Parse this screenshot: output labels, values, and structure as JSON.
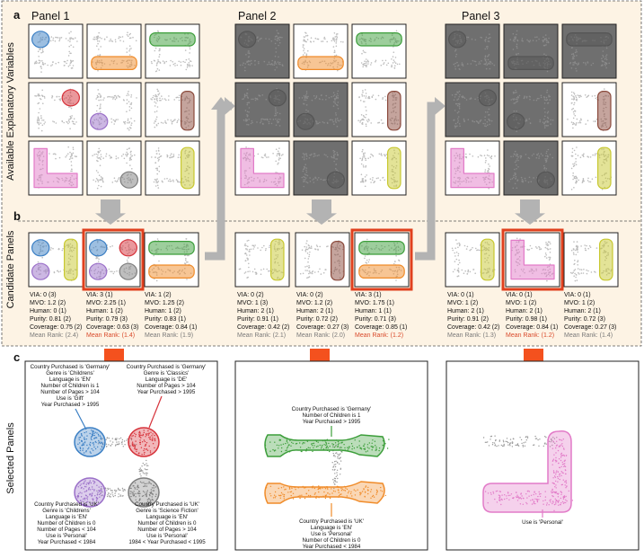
{
  "labels": {
    "a": "a",
    "b": "b",
    "c": "c"
  },
  "section_titles": {
    "available": "Available Explanatory Variables",
    "candidate": "Candidate Panels",
    "selected": "Selected Panels"
  },
  "panels": [
    {
      "title": "Panel 1",
      "candidates": [
        {
          "metrics": [
            "VIA: 0 (3)",
            "MVO: 1.2 (2)",
            "Human: 0 (1)",
            "Purity: 0.81 (2)",
            "Coverage: 0.75 (2)"
          ],
          "mean_rank": "Mean Rank: (2.4)",
          "selected": false
        },
        {
          "metrics": [
            "VIA: 3 (1)",
            "MVO: 2.25 (1)",
            "Human: 1 (2)",
            "Purity: 0.79 (3)",
            "Coverage: 0.63 (3)"
          ],
          "mean_rank": "Mean Rank: (1.4)",
          "selected": true
        },
        {
          "metrics": [
            "VIA: 1 (2)",
            "MVO: 1.25 (2)",
            "Human: 1 (2)",
            "Purity: 0.83 (1)",
            "Coverage: 0.84 (1)"
          ],
          "mean_rank": "Mean Rank: (1.9)",
          "selected": false
        }
      ],
      "selected_texts": {
        "blue_top": [
          "Country Purchased is 'Germany'",
          "Genre is 'Childrens'",
          "Language is 'EN'",
          "Number of Children is 1",
          "Number of Pages > 104",
          "Use is 'Gift'",
          "Year Purchased > 1995"
        ],
        "red_top": [
          "Country Purchased is 'Germany'",
          "Genre is 'Classics'",
          "Language is 'DE'",
          "Number of Pages > 104",
          "Year Purchased > 1995"
        ],
        "purple_bottom": [
          "Country Purchased is 'UK'",
          "Genre is 'Childrens'",
          "Language is 'EN'",
          "Number of Children is 0",
          "Number of Pages < 104",
          "Use is 'Personal'",
          "Year Purchased < 1984"
        ],
        "grey_bottom": [
          "Country Purchased is 'UK'",
          "Genre is 'Science Fiction'",
          "Language is 'EN'",
          "Number of Children is 0",
          "Number of Pages > 104",
          "Use is 'Personal'",
          "1984 < Year Purchased < 1995"
        ]
      }
    },
    {
      "title": "Panel 2",
      "candidates": [
        {
          "metrics": [
            "VIA: 0 (2)",
            "MVO: 1 (3)",
            "Human: 2 (1)",
            "Purity: 0.91 (1)",
            "Coverage: 0.42 (2)"
          ],
          "mean_rank": "Mean Rank: (2.1)",
          "selected": false
        },
        {
          "metrics": [
            "VIA: 0 (2)",
            "MVO: 1.2 (2)",
            "Human: 2 (1)",
            "Purity: 0.72 (2)",
            "Coverage: 0.27 (3)"
          ],
          "mean_rank": "Mean Rank: (2.0)",
          "selected": false
        },
        {
          "metrics": [
            "VIA: 3 (1)",
            "MVO: 1.75 (1)",
            "Human: 1 (1)",
            "Purity: 0.71 (3)",
            "Coverage: 0.85 (1)"
          ],
          "mean_rank": "Mean Rank: (1.2)",
          "selected": true
        }
      ],
      "selected_texts": {
        "green_top": [
          "Country Purchased is 'Germany'",
          "Number of Children is 1",
          "Year Purchased > 1995"
        ],
        "orange_bottom": [
          "Country Purchased is 'UK'",
          "Language is 'EN'",
          "Use is 'Personal'",
          "Number of Children is 0",
          "Year Purchased < 1984"
        ]
      }
    },
    {
      "title": "Panel 3",
      "candidates": [
        {
          "metrics": [
            "VIA: 0 (1)",
            "MVO: 1 (2)",
            "Human: 2 (1)",
            "Purity: 0.91 (2)",
            "Coverage: 0.42 (2)"
          ],
          "mean_rank": "Mean Rank: (1.3)",
          "selected": false
        },
        {
          "metrics": [
            "VIA: 0 (1)",
            "MVO: 1 (2)",
            "Human: 2 (1)",
            "Purity: 0.98 (1)",
            "Coverage: 0.84 (1)"
          ],
          "mean_rank": "Mean Rank: (1.2)",
          "selected": true
        },
        {
          "metrics": [
            "VIA: 0 (1)",
            "MVO: 1 (2)",
            "Human: 2 (1)",
            "Purity: 0.72 (3)",
            "Coverage: 0.27 (3)"
          ],
          "mean_rank": "Mean Rank: (1.4)",
          "selected": false
        }
      ],
      "selected_texts": {
        "pink_bottom": [
          "Use is 'Personal'"
        ]
      }
    }
  ],
  "colors": {
    "blue": "#3b7fc4",
    "red": "#d6323a",
    "green": "#3c9e3a",
    "orange": "#f08c2a",
    "purple": "#9a6fc8",
    "grey": "#7d7d7d",
    "brown": "#8b4a3c",
    "pink": "#e27bc8",
    "yellow": "#c8c830",
    "highlight": "#e0401e",
    "background": "#fdf3e4"
  }
}
